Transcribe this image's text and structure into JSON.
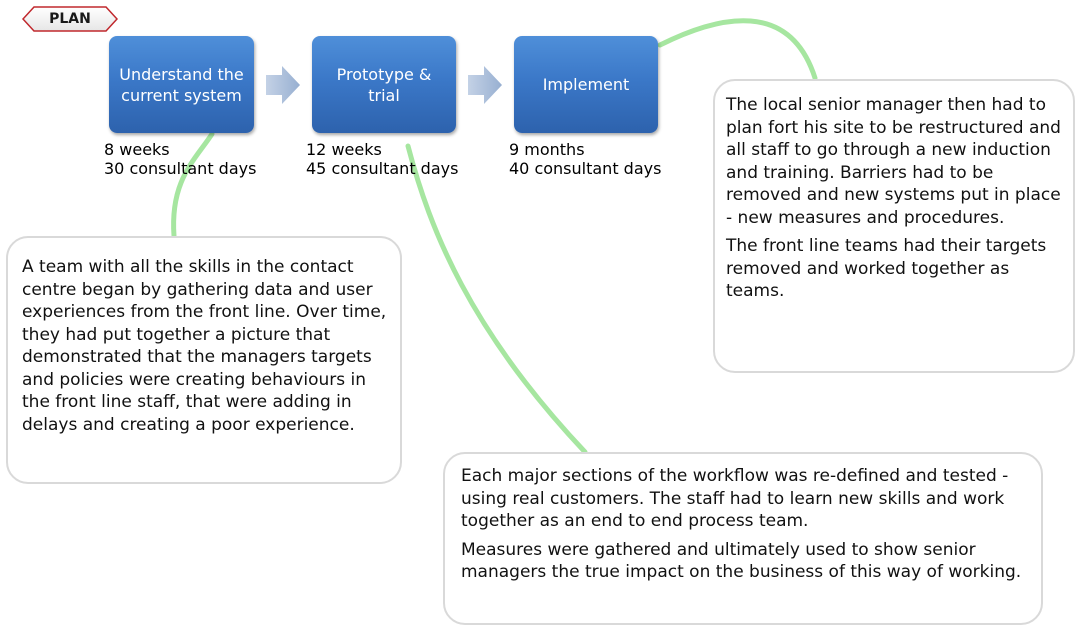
{
  "plan_tag": "PLAN",
  "stages": [
    {
      "label_lines": [
        "Understand the",
        "current system"
      ],
      "duration": "8 weeks",
      "effort": "30 consultant days"
    },
    {
      "label_lines": [
        "Prototype &",
        "trial"
      ],
      "duration": "12 weeks",
      "effort": "45 consultant days"
    },
    {
      "label_lines": [
        "Implement"
      ],
      "duration": "9 months",
      "effort": "40 consultant days"
    }
  ],
  "callouts": {
    "understand": {
      "paragraphs": [
        "A team with all the skills in the contact centre began by gathering data and user experiences from the front line. Over time, they had put together a picture that demonstrated that the managers targets and policies were creating behaviours in the front line staff, that were adding in delays and creating a poor experience."
      ]
    },
    "prototype": {
      "paragraphs": [
        "Each major sections of the workflow was re-defined and tested - using real customers. The staff had to learn new skills and work together as an end to end process team.",
        "Measures were gathered and ultimately used to show senior managers the true impact on the business of this way of working."
      ]
    },
    "implement": {
      "paragraphs": [
        "The local senior manager then had to plan fort his site to be restructured and all staff to go through a new induction and training. Barriers had to be removed and new systems put in place - new measures and procedures.",
        "The front line teams had their targets removed and worked together as teams."
      ]
    }
  },
  "colors": {
    "stage_blue": "#3b78c8",
    "connector_green": "#a6e6a0",
    "arrow_grey_blue": "#a9bcd6",
    "tag_border_red": "#c0282d",
    "callout_border": "#d9d9d9"
  }
}
